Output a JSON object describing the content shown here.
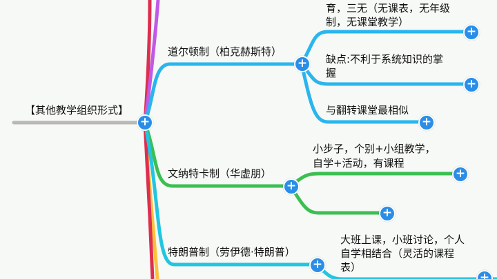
{
  "colors": {
    "background": "#f6f9f5",
    "branch_blue": "#2ab5ee",
    "branch_green": "#3cbf52",
    "branch_cyan": "#22c6e0",
    "branch_purple": "#c159e6",
    "branch_red": "#dc2f4f",
    "branch_orange": "#ffc13a",
    "root_line": "#b8b8b8",
    "plus_button": "#2a8ee8"
  },
  "icons": {
    "expand": "plus-circle-icon",
    "expand_glyph": "+"
  },
  "mindmap": {
    "root": {
      "label": "【其他教学组织形式】"
    },
    "branches": [
      {
        "label": "道尔顿制（柏克赫斯特）",
        "color": "blue",
        "children": [
          {
            "lines": [
              "育，三无（无课表，无年级",
              "制，无课堂教学）"
            ]
          },
          {
            "lines": [
              "缺点:不利于系统知识的掌",
              "握"
            ]
          },
          {
            "lines": [
              "与翻转课堂最相似"
            ]
          }
        ]
      },
      {
        "label": "文纳特卡制（华虚朋）",
        "color": "green",
        "children": [
          {
            "lines": [
              "小步子，个别+小组教学，",
              "自学+活动，有课程"
            ]
          },
          {
            "lines": []
          }
        ]
      },
      {
        "label": "特朗普制（劳伊德·特朗普）",
        "color": "cyan",
        "children": [
          {
            "lines": [
              "大班上课，小班讨论，个人",
              "自学相结合（灵活的课程",
              "表）"
            ]
          }
        ]
      }
    ]
  }
}
